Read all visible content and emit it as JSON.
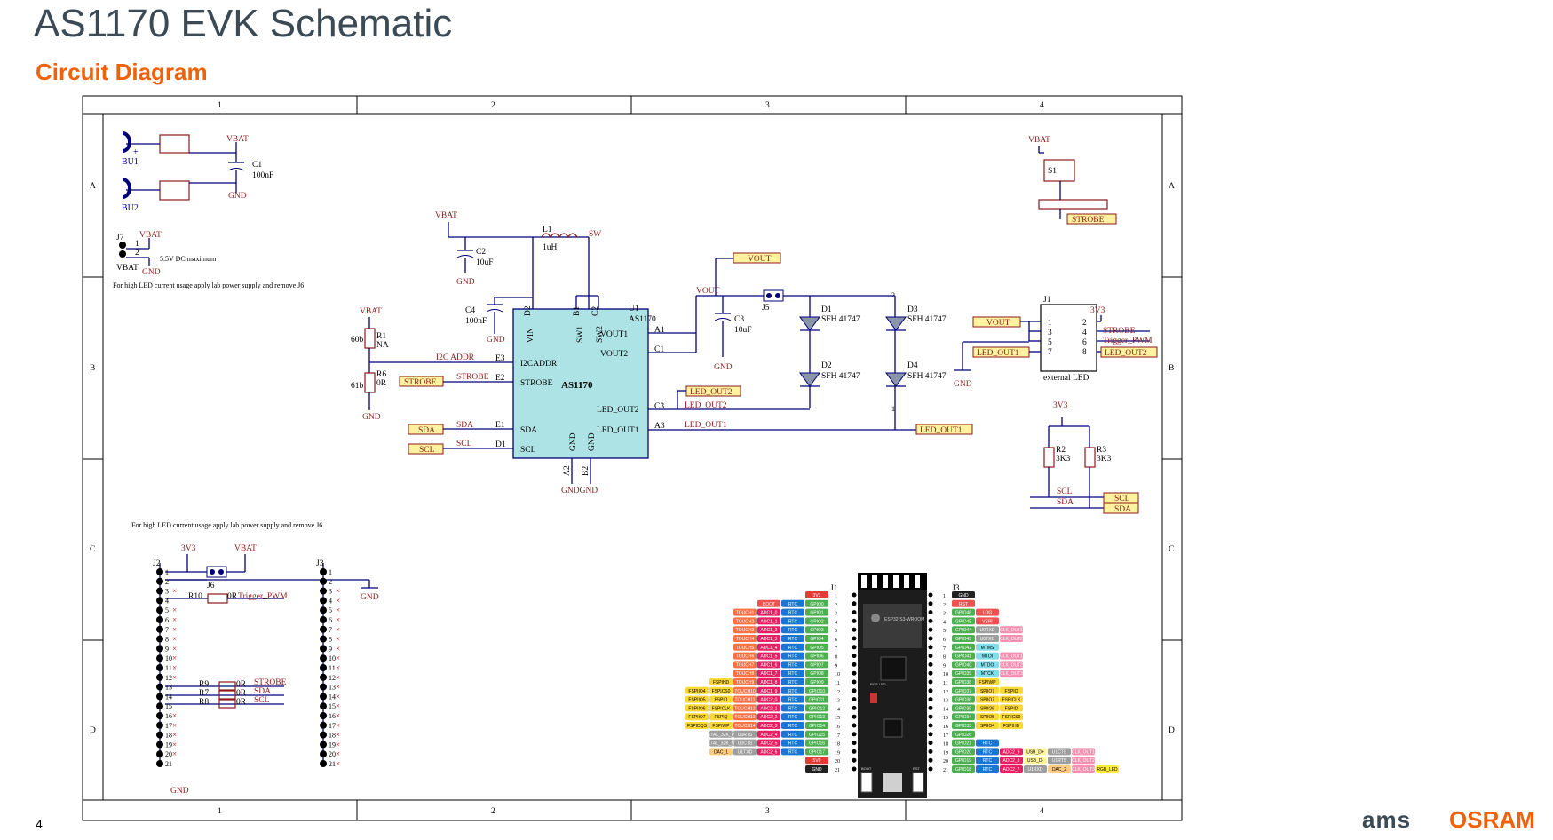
{
  "slide": {
    "title": "AS1170 EVK Schematic",
    "subtitle": "Circuit Diagram",
    "page_number": "4",
    "logo_ams": "ams",
    "logo_osram": "OSRAM"
  },
  "frame": {
    "columns": [
      "1",
      "2",
      "3",
      "4"
    ],
    "rows": [
      "A",
      "B",
      "C",
      "D"
    ]
  },
  "power_in": {
    "bu1": "BU1",
    "bu2": "BU2",
    "plus": "+",
    "c1": "C1",
    "c1_val": "100nF",
    "vbat": "VBAT",
    "gnd": "GND",
    "j7": "J7",
    "j7_pin1": "1",
    "j7_pin2": "2",
    "j7_vbat": "VBAT",
    "j7_gnd": "GND",
    "j7_note": "5.5V DC maximum",
    "note": "For high LED current usage apply lab power supply and remove J6"
  },
  "main": {
    "vbat": "VBAT",
    "c2": "C2",
    "c2_val": "10uF",
    "l1": "L1",
    "l1_val": "1uH",
    "sw": "SW",
    "c4": "C4",
    "c4_val": "100nF",
    "gnd": "GND",
    "r1": "R1",
    "r1_val": "NA",
    "r1_pin": "60b",
    "r6": "R6",
    "r6_val": "0R",
    "r6_pin": "61b",
    "u1": "U1",
    "u1_part": "AS1170",
    "chip_name": "AS1170",
    "pin_vin": "VIN",
    "pin_sw1": "SW1",
    "pin_sw2": "SW2",
    "pin_d2": "D2",
    "pin_b1": "B1",
    "pin_c2": "C2",
    "pin_i2caddr": "I2CADDR",
    "pin_strobe": "STROBE",
    "pin_sda": "SDA",
    "pin_scl": "SCL",
    "pin_vout1": "VOUT1",
    "pin_vout2": "VOUT2",
    "pin_ledout2": "LED_OUT2",
    "pin_ledout1": "LED_OUT1",
    "pin_gnd": "GND",
    "pin_a2": "A2",
    "pin_b2": "B2",
    "pin_e3": "E3",
    "pin_e2": "E2",
    "pin_e1": "E1",
    "pin_d1": "D1",
    "pin_a1": "A1",
    "pin_c1": "C1",
    "pin_c3": "C3",
    "pin_a3": "A3",
    "net_i2caddr": "I2C ADDR",
    "net_strobe": "STROBE",
    "net_sda": "SDA",
    "net_scl": "SCL",
    "net_vout": "VOUT",
    "net_ledout2": "LED_OUT2",
    "net_ledout1": "LED_OUT1",
    "label_strobe": "STROBE",
    "label_sda": "SDA",
    "label_scl": "SCL",
    "label_vout": "VOUT",
    "label_ledout2": "LED_OUT2",
    "label_ledout1": "LED_OUT1",
    "gndgnd": "GNDGND",
    "c3": "C3",
    "c3_val": "10uF",
    "j5": "J5",
    "d1": "D1",
    "d2": "D2",
    "d3": "D3",
    "d4": "D4",
    "led_part": "SFH 41747",
    "pin2": "2",
    "pin1": "1"
  },
  "right_block": {
    "vbat": "VBAT",
    "s1": "S1",
    "strobe": "STROBE",
    "j1": "J1",
    "j1_caption": "external LED",
    "v3v3": "3V3",
    "gnd": "GND",
    "vout": "VOUT",
    "led_out1": "LED_OUT1",
    "led_out2": "LED_OUT2",
    "strobe_net": "STROBE",
    "trigger_pwm": "Trigger_PWM",
    "pins_left": [
      "1",
      "3",
      "5",
      "7"
    ],
    "pins_right": [
      "2",
      "4",
      "6",
      "8"
    ],
    "r2": "R2",
    "r2_val": "3K3",
    "r3": "R3",
    "r3_val": "3K3",
    "scl": "SCL",
    "sda": "SDA",
    "scl_label": "SCL",
    "sda_label": "SDA"
  },
  "headers": {
    "note": "For high LED current usage apply lab power supply and remove J6",
    "j2": "J2",
    "j3": "J3",
    "j6": "J6",
    "v3v3": "3V3",
    "vbat": "VBAT",
    "gnd": "GND",
    "r10": "R10",
    "r10_val": "0R",
    "trigger_pwm": "Trigger_PWM",
    "r9": "R9",
    "r7": "R7",
    "r8": "R8",
    "r_val": "0R",
    "strobe": "STROBE",
    "sda": "SDA",
    "scl": "SCL",
    "pins": [
      "1",
      "2",
      "3",
      "4",
      "5",
      "6",
      "7",
      "8",
      "9",
      "10",
      "11",
      "12",
      "13",
      "14",
      "15",
      "16",
      "17",
      "18",
      "19",
      "20",
      "21"
    ]
  },
  "esp32": {
    "j1": "J1",
    "j3": "J3",
    "module_name": "ESP32-S3-WROOM",
    "rgb_label": "RGB LED",
    "boot": "BOOT",
    "rst": "RST",
    "left_pins": [
      {
        "n": "1",
        "labels": [
          "3V3"
        ]
      },
      {
        "n": "2",
        "labels": [
          "BOOT",
          "RTC",
          "GPIO0"
        ]
      },
      {
        "n": "3",
        "labels": [
          "TOUCH1",
          "ADC1_0",
          "RTC",
          "GPIO1"
        ]
      },
      {
        "n": "4",
        "labels": [
          "TOUCH2",
          "ADC1_1",
          "RTC",
          "GPIO2"
        ]
      },
      {
        "n": "5",
        "labels": [
          "TOUCH3",
          "ADC1_2",
          "RTC",
          "GPIO3"
        ]
      },
      {
        "n": "6",
        "labels": [
          "TOUCH4",
          "ADC1_3",
          "RTC",
          "GPIO4"
        ]
      },
      {
        "n": "7",
        "labels": [
          "TOUCH5",
          "ADC1_4",
          "RTC",
          "GPIO5"
        ]
      },
      {
        "n": "8",
        "labels": [
          "TOUCH6",
          "ADC1_5",
          "RTC",
          "GPIO6"
        ]
      },
      {
        "n": "9",
        "labels": [
          "TOUCH7",
          "ADC1_6",
          "RTC",
          "GPIO7"
        ]
      },
      {
        "n": "10",
        "labels": [
          "TOUCH8",
          "ADC1_7",
          "RTC",
          "GPIO8"
        ]
      },
      {
        "n": "11",
        "labels": [
          "FSPIHD",
          "TOUCH9",
          "ADC1_8",
          "RTC",
          "GPIO9"
        ]
      },
      {
        "n": "12",
        "labels": [
          "FSPIIO4",
          "FSPICS0",
          "TOUCH10",
          "ADC1_9",
          "RTC",
          "GPIO10"
        ]
      },
      {
        "n": "13",
        "labels": [
          "FSPIIO5",
          "FSPID",
          "TOUCH11",
          "ADC2_0",
          "RTC",
          "GPIO11"
        ]
      },
      {
        "n": "14",
        "labels": [
          "FSPIIO6",
          "FSPICLK",
          "TOUCH12",
          "ADC2_1",
          "RTC",
          "GPIO12"
        ]
      },
      {
        "n": "15",
        "labels": [
          "FSPIIO7",
          "FSPIQ",
          "TOUCH13",
          "ADC2_2",
          "RTC",
          "GPIO13"
        ]
      },
      {
        "n": "16",
        "labels": [
          "FSPIDQS",
          "FSPIWP",
          "TOUCH14",
          "ADC2_3",
          "RTC",
          "GPIO14"
        ]
      },
      {
        "n": "17",
        "labels": [
          "XTAL_32K_P",
          "U0RTS",
          "ADC2_4",
          "RTC",
          "GPIO15"
        ]
      },
      {
        "n": "18",
        "labels": [
          "XTAL_32K_N",
          "U0CTS",
          "ADC2_5",
          "RTC",
          "GPIO16"
        ]
      },
      {
        "n": "19",
        "labels": [
          "DAC_1",
          "U1TXD",
          "ADC2_6",
          "RTC",
          "GPIO17"
        ]
      },
      {
        "n": "20",
        "labels": [
          "5V0"
        ]
      },
      {
        "n": "21",
        "labels": [
          "GND"
        ]
      }
    ],
    "right_pins": [
      {
        "n": "1",
        "labels": [
          "GND"
        ]
      },
      {
        "n": "2",
        "labels": [
          "RST"
        ]
      },
      {
        "n": "3",
        "labels": [
          "GPIO46",
          "LOG"
        ]
      },
      {
        "n": "4",
        "labels": [
          "GPIO45",
          "VSPI"
        ]
      },
      {
        "n": "5",
        "labels": [
          "GPIO44",
          "U0RXD",
          "CLK_OUT1"
        ]
      },
      {
        "n": "6",
        "labels": [
          "GPIO43",
          "U0TXD",
          "CLK_OUT2"
        ]
      },
      {
        "n": "7",
        "labels": [
          "GPIO42",
          "MTMS"
        ]
      },
      {
        "n": "8",
        "labels": [
          "GPIO41",
          "MTDI",
          "CLK_OUT1"
        ]
      },
      {
        "n": "9",
        "labels": [
          "GPIO40",
          "MTDO",
          "CLK_OUT2"
        ]
      },
      {
        "n": "10",
        "labels": [
          "GPIO39",
          "MTCK",
          "CLK_OUT3"
        ]
      },
      {
        "n": "11",
        "labels": [
          "GPIO38",
          "FSPIWP"
        ]
      },
      {
        "n": "12",
        "labels": [
          "GPIO37",
          "SPIIO7",
          "FSPIQ"
        ]
      },
      {
        "n": "13",
        "labels": [
          "GPIO36",
          "SPIIO7",
          "FSPICLK"
        ]
      },
      {
        "n": "14",
        "labels": [
          "GPIO35",
          "SPIIO6",
          "FSPID"
        ]
      },
      {
        "n": "15",
        "labels": [
          "GPIO34",
          "SPIIO5",
          "FSPICS0"
        ]
      },
      {
        "n": "16",
        "labels": [
          "GPIO33",
          "SPIIO4",
          "FSPIHD"
        ]
      },
      {
        "n": "17",
        "labels": [
          "GPIO26"
        ]
      },
      {
        "n": "18",
        "labels": [
          "GPIO21",
          "RTC"
        ]
      },
      {
        "n": "19",
        "labels": [
          "GPIO20",
          "RTC",
          "ADC2_9",
          "USB_D+",
          "U1CTS",
          "CLK_OUT1"
        ]
      },
      {
        "n": "20",
        "labels": [
          "GPIO19",
          "RTC",
          "ADC2_8",
          "USB_D-",
          "U1RTS",
          "CLK_OUT2"
        ]
      },
      {
        "n": "21",
        "labels": [
          "GPIO18",
          "RTC",
          "ADC2_7",
          "U1RXD",
          "DAC_2",
          "CLK_OUT3",
          "RGB_LED"
        ]
      }
    ]
  },
  "colors": {
    "accent": "#f0620a",
    "title": "#3b4a55",
    "wire": "#00007a",
    "net_text": "#8b1a1a",
    "net_label_fill": "#fff3a0",
    "chip_fill": "#aee3e6"
  }
}
